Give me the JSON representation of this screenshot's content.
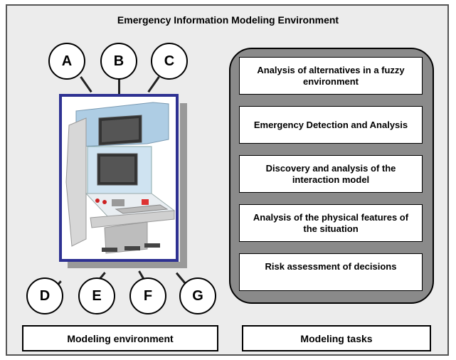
{
  "title": "Emergency Information Modeling Environment",
  "top_labels": [
    "A",
    "B",
    "C"
  ],
  "bottom_labels": [
    "D",
    "E",
    "F",
    "G"
  ],
  "tasks": [
    "Analysis of alternatives in a fuzzy environment",
    "Emergency Detection and Analysis",
    "Discovery and analysis of the interaction model",
    "Analysis of the physical features of the situation",
    "Risk assessment of decisions"
  ],
  "captions": {
    "left": "Modeling environment",
    "right": "Modeling tasks"
  },
  "colors": {
    "frame_border": "#2e3192",
    "panel_fill": "#8a8a8a",
    "background": "#ececec"
  }
}
